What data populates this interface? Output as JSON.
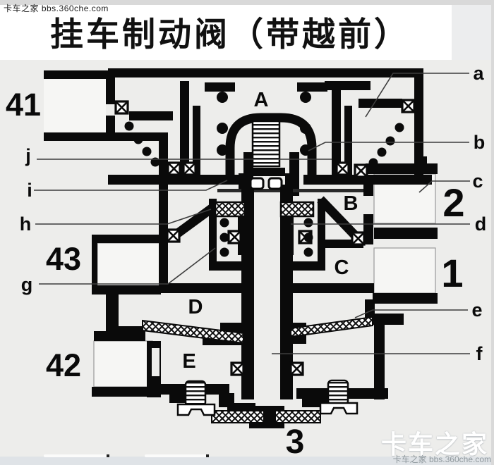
{
  "header": {
    "watermark": "卡车之家 bbs.360che.com",
    "title": "挂车制动阀（带越前）"
  },
  "diagram": {
    "port_labels": {
      "p41": "41",
      "p43": "43",
      "p42": "42",
      "p2": "2",
      "p1": "1",
      "p3": "3"
    },
    "part_labels": {
      "a": "a",
      "b": "b",
      "c": "c",
      "d": "d",
      "e": "e",
      "f": "f",
      "g": "g",
      "h": "h",
      "i": "i",
      "j": "j"
    },
    "chamber_labels": {
      "ca": "A",
      "cb": "B",
      "cc": "C",
      "cd": "D",
      "ce": "E"
    }
  },
  "footer": {
    "watermark_large": "卡车之家",
    "watermark_small": "卡车之家 bbs.360che.com"
  },
  "colors": {
    "ink": "#0a0a0a",
    "background": "#ededeb",
    "title_band": "#ffffff",
    "footer_strip": "#dfe3e7",
    "port_interior": "#f6f6f4",
    "watermark_gray": "#8e979c"
  }
}
